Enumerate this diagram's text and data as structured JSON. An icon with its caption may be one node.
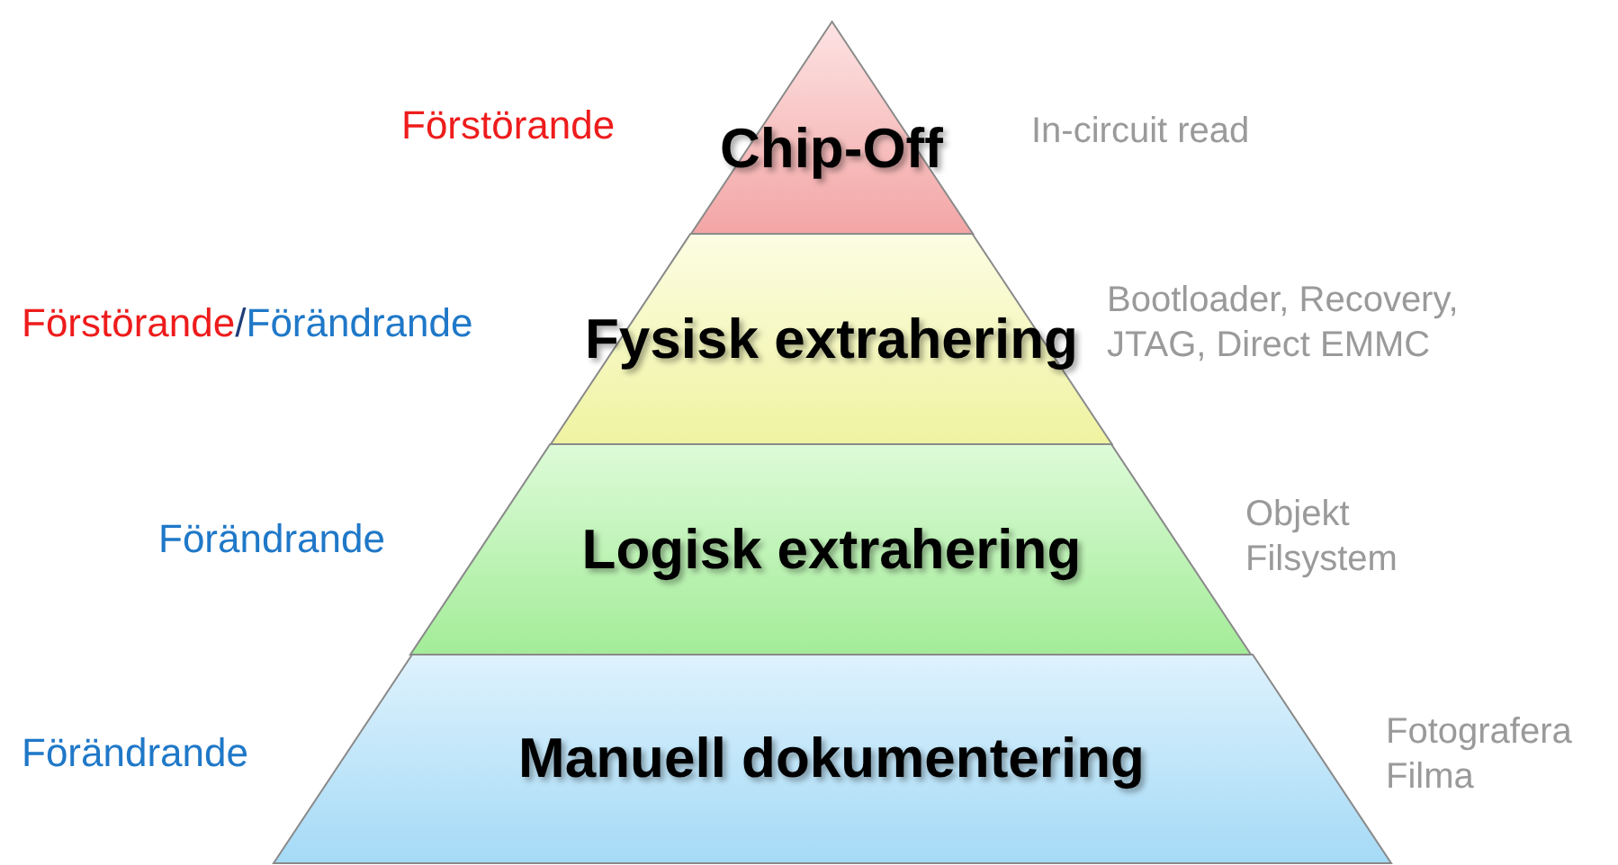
{
  "diagram": {
    "nodes": [
      {
        "text": [
          "Chip-Off"
        ],
        "beside": [
          "Förstörande",
          "In-circuit read"
        ]
      },
      {
        "text": [
          "Fysisk extrahering"
        ],
        "beside": [
          "Förstörande/Förändrande",
          "Bootloader, Recovery, JTAG, Direct EMMC"
        ]
      },
      {
        "text": [
          "Logisk extrahering"
        ],
        "beside": [
          "Förändrande",
          "Objekt Filsystem"
        ]
      },
      {
        "text": [
          "Manuell dokumentering"
        ],
        "beside": [
          "Förändrande",
          "Fotografera Filma"
        ]
      }
    ]
  }
}
